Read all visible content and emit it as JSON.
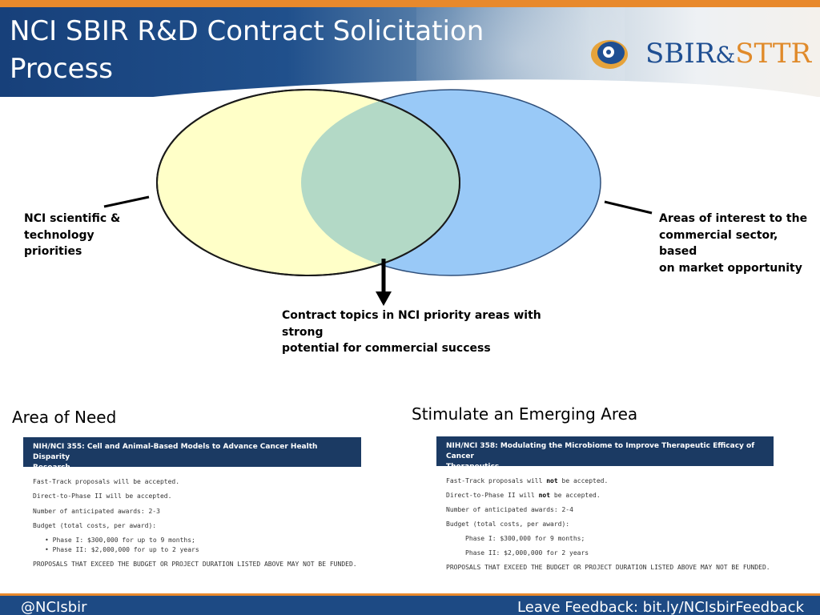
{
  "header": {
    "title_line1": "NCI SBIR R&D Contract Solicitation",
    "title_line2": "Process",
    "logo": {
      "sbir": "SBIR",
      "amp": "&",
      "sttr": "STTR",
      "icon": "sbir-sttr-logo-icon"
    }
  },
  "venn": {
    "left_label_lines": [
      "NCI scientific &",
      "technology",
      "priorities"
    ],
    "right_label_lines": [
      "Areas of interest to the",
      "commercial sector, based",
      "on market opportunity"
    ],
    "bottom_label_lines": [
      "Contract topics in NCI priority areas with strong",
      "potential for commercial success"
    ],
    "colors": {
      "left_circle": "#ffffc8",
      "right_circle": "#99c9f7",
      "overlap": "#b3d9c6"
    }
  },
  "area_of_need": {
    "heading": "Area of Need",
    "topic_title_lines": [
      "NIH/NCI 355: Cell and Animal-Based Models to Advance Cancer Health Disparity",
      "Research"
    ],
    "fast_track": "Fast-Track proposals will be accepted.",
    "direct_to_phase2": "Direct-to-Phase II will be accepted.",
    "awards": "Number of anticipated awards: 2-3",
    "budget_label": "Budget (total costs, per award):",
    "phase1": "Phase I: $300,000 for up to 9 months;",
    "phase2": "Phase II: $2,000,000 for up to 2 years",
    "warning": "PROPOSALS THAT EXCEED THE BUDGET OR PROJECT DURATION LISTED ABOVE MAY NOT BE FUNDED."
  },
  "emerging_area": {
    "heading": "Stimulate an Emerging Area",
    "topic_title_lines": [
      "NIH/NCI 358: Modulating the Microbiome to Improve Therapeutic Efficacy of Cancer",
      "Therapeutics"
    ],
    "fast_track_pre": "Fast-Track proposals will ",
    "fast_track_bold": "not",
    "fast_track_post": " be accepted.",
    "direct_pre": "Direct-to-Phase II will ",
    "direct_bold": "not",
    "direct_post": " be accepted.",
    "awards": "Number of anticipated awards: 2-4",
    "budget_label": "Budget (total costs, per award):",
    "phase1": "Phase I: $300,000 for 9 months;",
    "phase2": "Phase II: $2,000,000 for 2 years",
    "warning": "PROPOSALS THAT EXCEED THE BUDGET OR PROJECT DURATION LISTED ABOVE MAY NOT BE FUNDED."
  },
  "footer": {
    "left": "@NCIsbir",
    "right": "Leave Feedback: bit.ly/NCIsbirFeedback"
  }
}
